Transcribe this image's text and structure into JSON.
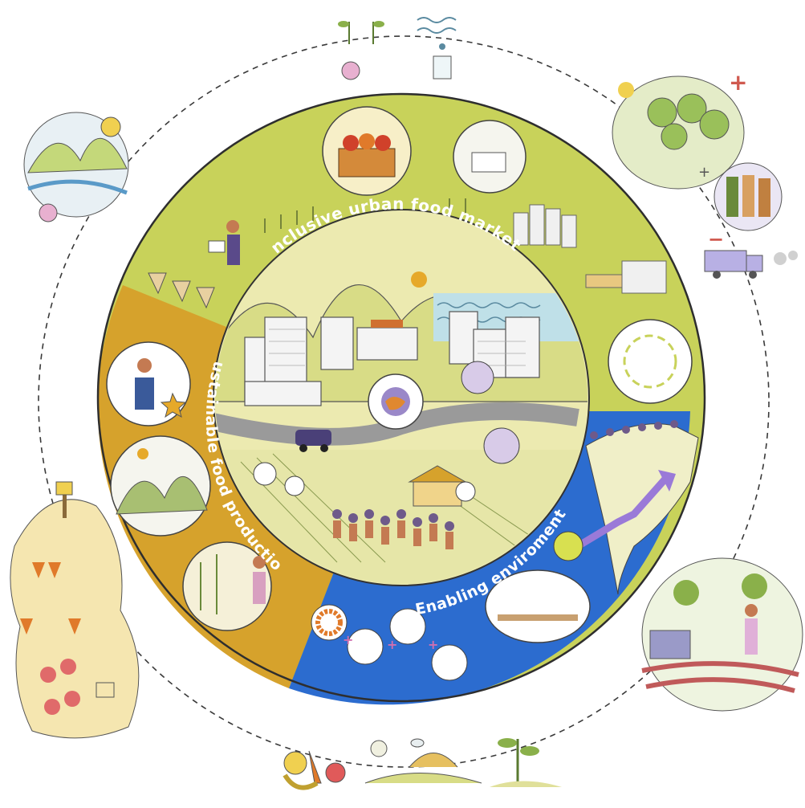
{
  "segments": {
    "top": {
      "label": "Inclusive urban food markets",
      "color": "#c8d25a"
    },
    "left": {
      "label": "Sustainable food production",
      "color": "#d6a22c"
    },
    "bottom_right": {
      "label": "Enabling enviroment",
      "color": "#2c6ccf"
    }
  },
  "center": {
    "color": "#eceab0"
  },
  "icons": [
    "seedlings-icon",
    "water-glass-icon",
    "forest-plus-icon",
    "grains-icon",
    "delivery-truck-minus-icon",
    "compost-cycle-icon",
    "agroforestry-scene-icon",
    "sprout-icon",
    "organic-waste-icon",
    "fruit-basket-icon",
    "garden-plot-icon",
    "valley-river-icon",
    "farmer-icon",
    "city-market-icon",
    "sdg-wheel-icon"
  ]
}
